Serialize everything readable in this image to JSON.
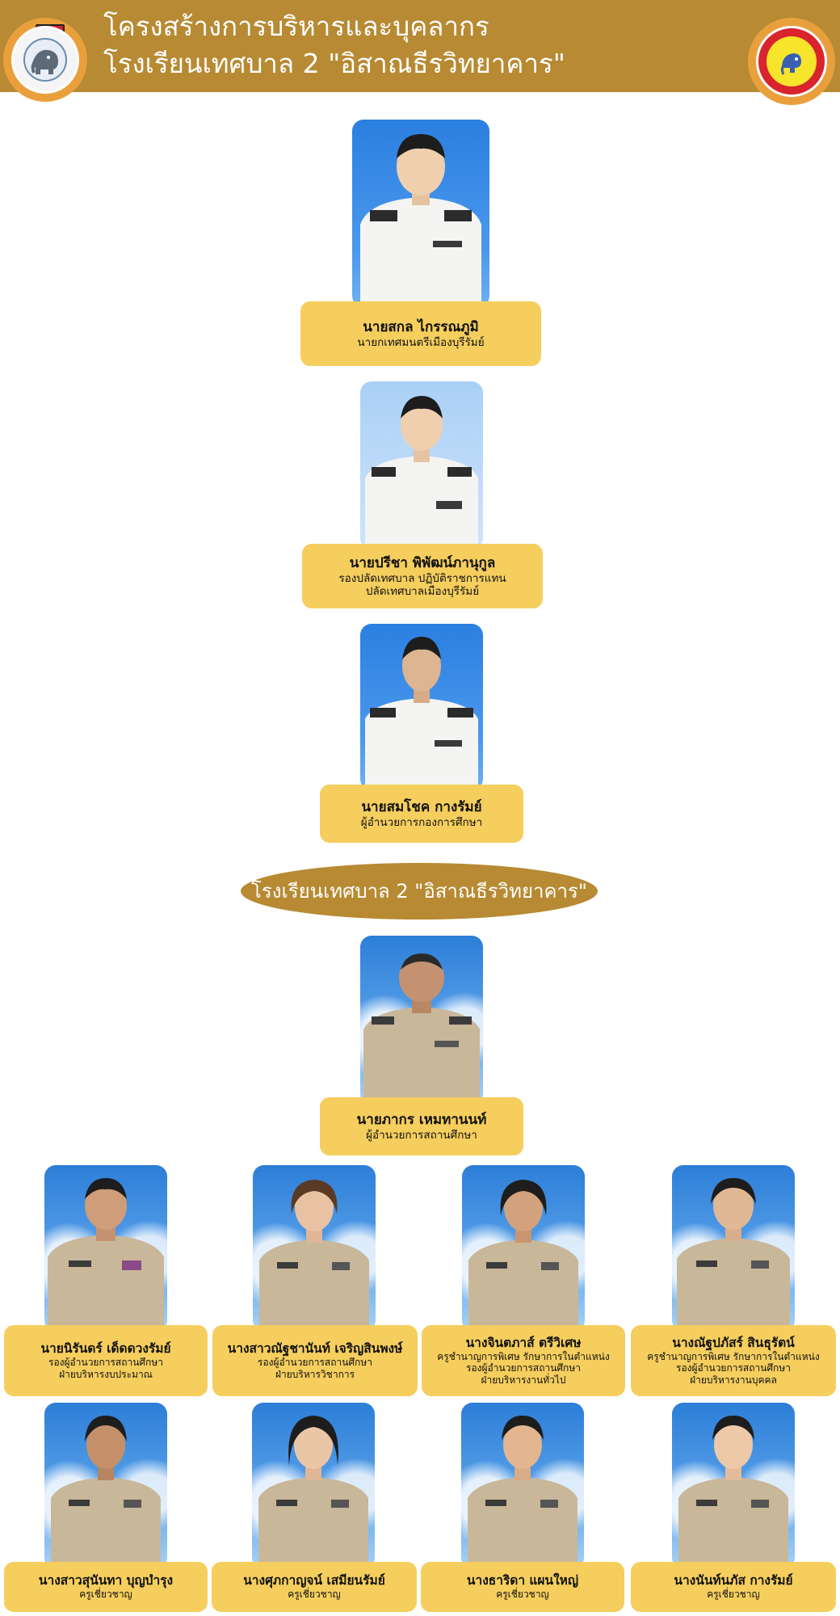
{
  "header": {
    "title_line1": "โครงสร้างการบริหารและบุคลากร",
    "title_line2": "โรงเรียนเทศบาล 2 \"อิสาณธีรวิทยาคาร\""
  },
  "banner": {
    "text": "โรงเรียนเทศบาล 2 \"อิสาณธีรวิทยาคาร\""
  },
  "colors": {
    "header": "#b78a33",
    "card": "#f5ce5e",
    "logo_ring": "#e9a03c",
    "uniform_white": "#f4f4f2",
    "uniform_khaki": "#c9b79a"
  },
  "top": [
    {
      "name": "นายสกล ไกรรณภูมิ",
      "roles": [
        "นายกเทศมนตรีเมืองบุรีรัมย์"
      ]
    },
    {
      "name": "นายปรีชา พิพัฒน์ภานุกูล",
      "roles": [
        "รองปลัดเทศบาล ปฏิบัติราชการแทน",
        "ปลัดเทศบาลเมืองบุรีรัมย์"
      ]
    },
    {
      "name": "นายสมโชค กางรัมย์",
      "roles": [
        "ผู้อำนวยการกองการศึกษา"
      ]
    }
  ],
  "director": {
    "name": "นายภากร เหมทานนท์",
    "roles": [
      "ผู้อำนวยการสถานศึกษา"
    ]
  },
  "deputies": [
    {
      "name": "นายนิรันดร์ เด็ดดวงรัมย์",
      "roles": [
        "รองผู้อำนวยการสถานศึกษา",
        "ฝ่ายบริหารงบประมาณ"
      ]
    },
    {
      "name": "นางสาวณัฐชานันท์ เจริญสินพงษ์",
      "roles": [
        "รองผู้อำนวยการสถานศึกษา",
        "ฝ่ายบริหารวิชาการ"
      ]
    },
    {
      "name": "นางจินตภาส์ ตรีวิเศษ",
      "roles": [
        "ครูชำนาญการพิเศษ รักษาการในตำแหน่ง",
        "รองผู้อำนวยการสถานศึกษา",
        "ฝ่ายบริหารงานทั่วไป"
      ]
    },
    {
      "name": "นางณัฐปภัสร์ สินธุรัตน์",
      "roles": [
        "ครูชำนาญการพิเศษ รักษาการในตำแหน่ง",
        "รองผู้อำนวยการสถานศึกษา",
        "ฝ่ายบริหารงานบุคคล"
      ]
    }
  ],
  "teachers": [
    {
      "name": "นางสาวสุนันทา บุญบำรุง",
      "roles": [
        "ครูเชี่ยวชาญ"
      ]
    },
    {
      "name": "นางศุภกาญจน์ เสมียนรัมย์",
      "roles": [
        "ครูเชี่ยวชาญ"
      ]
    },
    {
      "name": "นางธาริดา แผนใหญ่",
      "roles": [
        "ครูเชี่ยวชาญ"
      ]
    },
    {
      "name": "นางนันท์นภัส กางรัมย์",
      "roles": [
        "ครูเชี่ยวชาญ"
      ]
    }
  ]
}
